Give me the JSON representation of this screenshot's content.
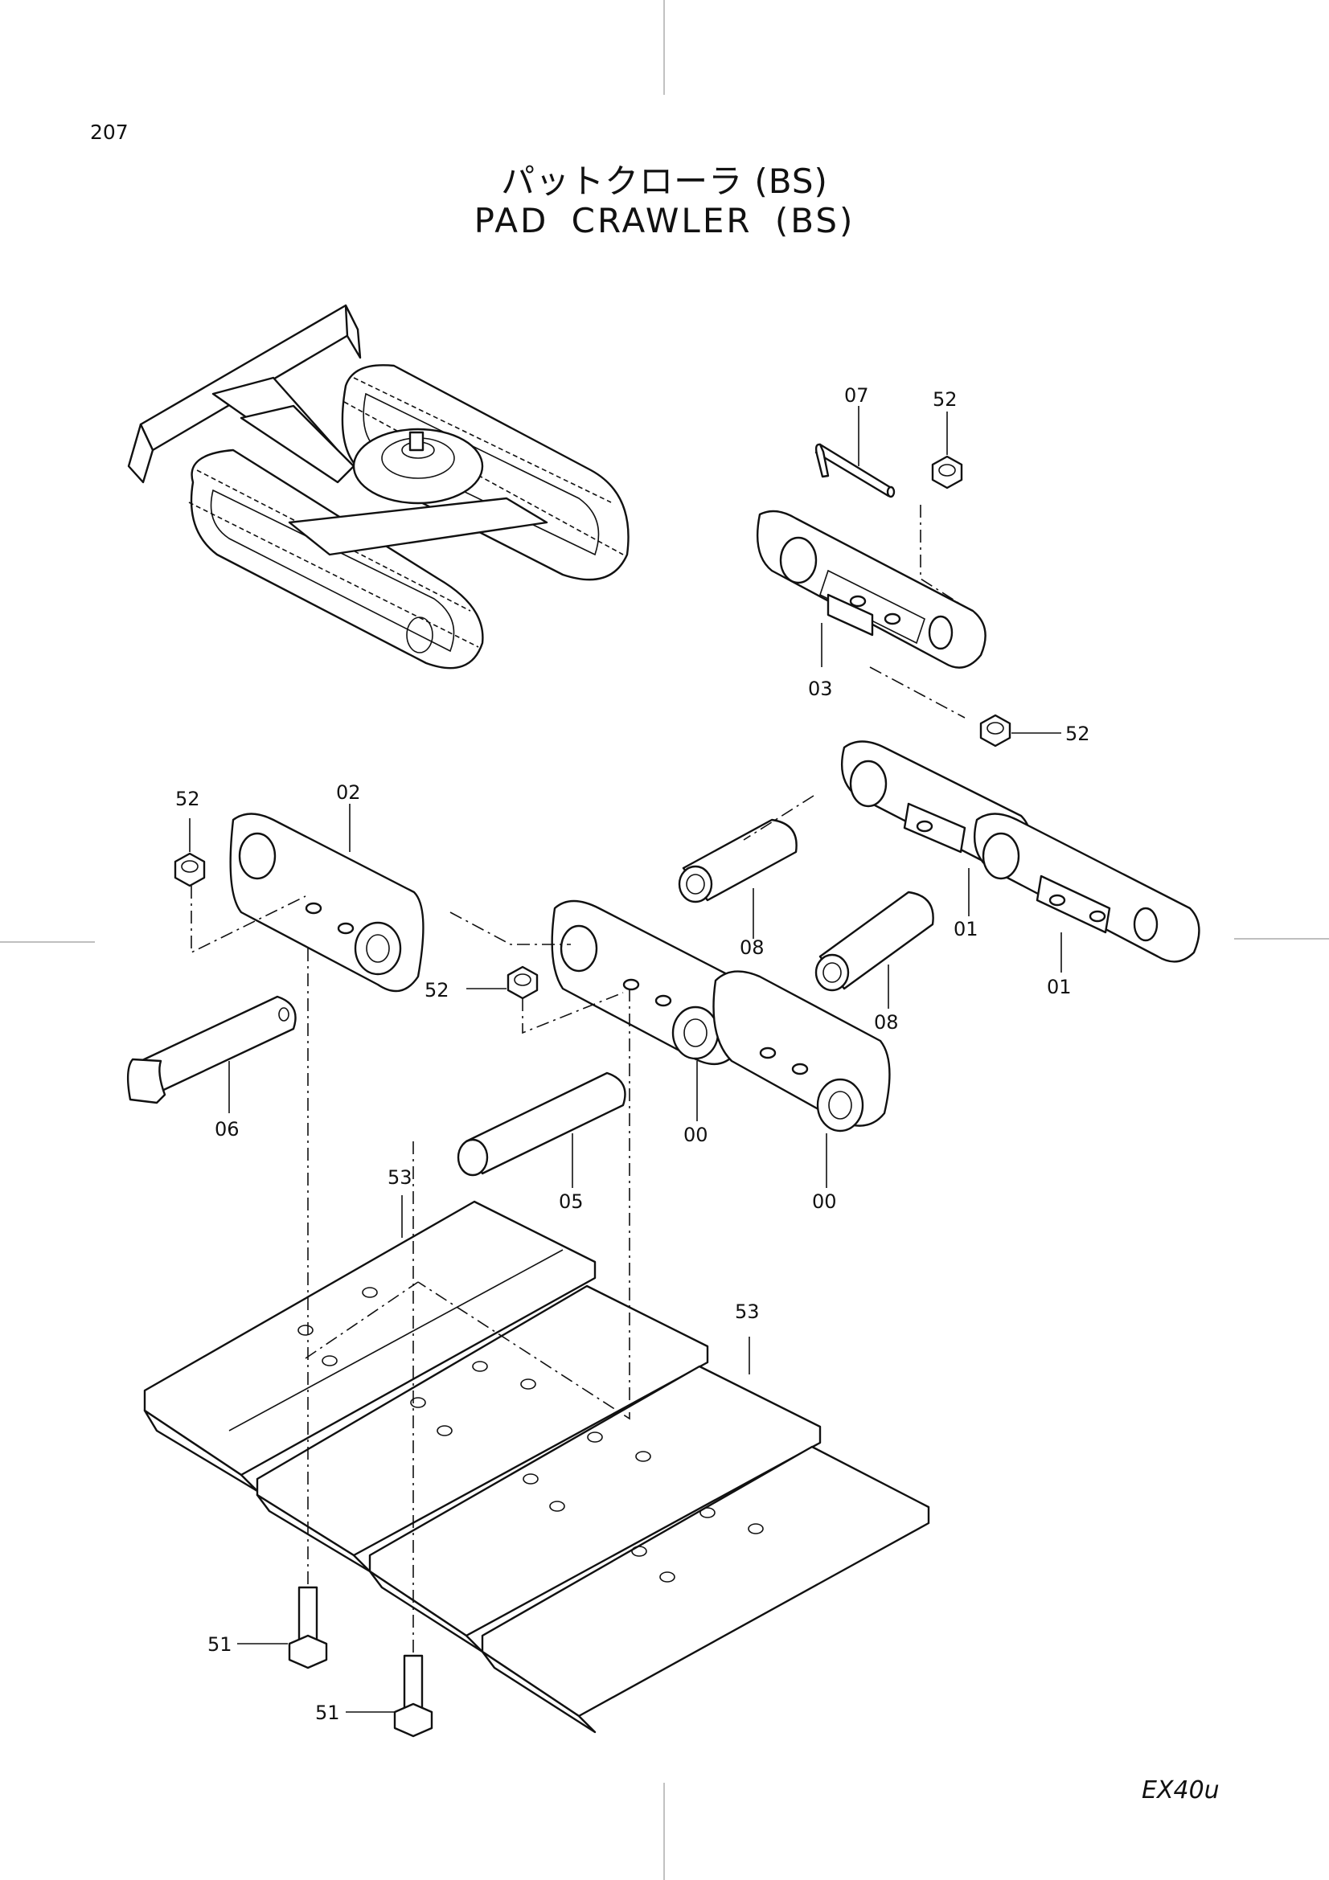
{
  "page_number": "207",
  "title_jp": "パットクローラ (BS)",
  "title_en": "PAD  CRAWLER (BS)",
  "model": "EX40u",
  "callouts": {
    "c07": "07",
    "c52_top": "52",
    "c03": "03",
    "c52_right": "52",
    "c52_left": "52",
    "c02": "02",
    "c08_a": "08",
    "c01_a": "01",
    "c01_b": "01",
    "c52_mid": "52",
    "c08_b": "08",
    "c06": "06",
    "c00_a": "00",
    "c05": "05",
    "c00_b": "00",
    "c53_a": "53",
    "c53_b": "53",
    "c51_a": "51",
    "c51_b": "51"
  }
}
